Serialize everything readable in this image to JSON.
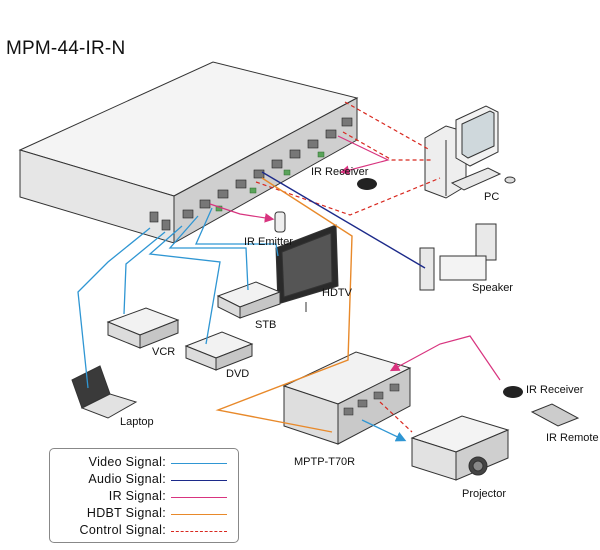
{
  "title": "MPM-44-IR-N",
  "labels": {
    "ir_receiver_top": "IR Receiver",
    "pc": "PC",
    "ir_emitter": "IR Emitter",
    "hdtv": "HDTV",
    "speaker": "Speaker",
    "stb": "STB",
    "vcr": "VCR",
    "dvd": "DVD",
    "laptop": "Laptop",
    "ir_receiver_right": "IR Receiver",
    "ir_remote": "IR Remote",
    "mptp": "MPTP-T70R",
    "projector": "Projector"
  },
  "legend": [
    {
      "label": "Video Signal:",
      "color": "#2f96d3",
      "style": "solid"
    },
    {
      "label": "Audio Signal:",
      "color": "#1c2a8a",
      "style": "solid"
    },
    {
      "label": "IR  Signal:",
      "color": "#d8347f",
      "style": "solid"
    },
    {
      "label": "HDBT Signal:",
      "color": "#e8892a",
      "style": "solid"
    },
    {
      "label": "Control  Signal:",
      "color": "#d8281f",
      "style": "dashed"
    }
  ]
}
